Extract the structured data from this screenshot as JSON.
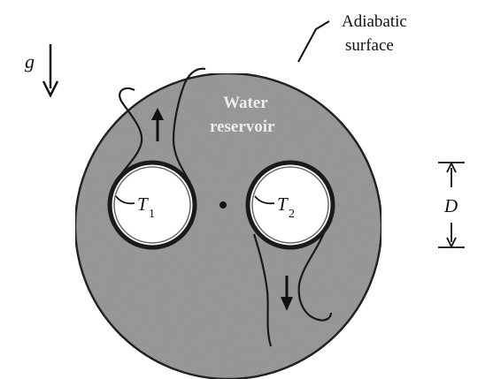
{
  "figure": {
    "surface_label_line1": "Adiabatic",
    "surface_label_line2": "surface",
    "reservoir_label_line1": "Water",
    "reservoir_label_line2": "reservoir",
    "gravity_symbol": "g",
    "cylinder_left_symbol": "T",
    "cylinder_left_subscript": "1",
    "cylinder_right_symbol": "T",
    "cylinder_right_subscript": "2",
    "diameter_symbol": "D",
    "colors": {
      "reservoir_fill": "#9d9d9d",
      "ink": "#111111",
      "cylinder_fill": "#ffffff",
      "label_on_dark": "#ececec"
    }
  }
}
